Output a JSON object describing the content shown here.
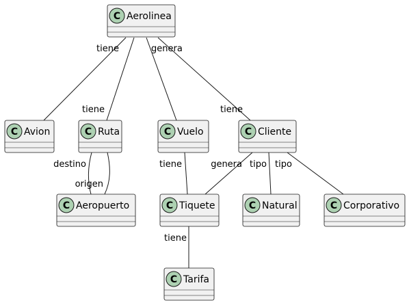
{
  "classes": [
    {
      "id": "aerolinea",
      "name": "Aerolinea",
      "stereotype": "C"
    },
    {
      "id": "avion",
      "name": "Avion",
      "stereotype": "C"
    },
    {
      "id": "ruta",
      "name": "Ruta",
      "stereotype": "C"
    },
    {
      "id": "vuelo",
      "name": "Vuelo",
      "stereotype": "C"
    },
    {
      "id": "cliente",
      "name": "Cliente",
      "stereotype": "C"
    },
    {
      "id": "aeropuerto",
      "name": "Aeropuerto",
      "stereotype": "C"
    },
    {
      "id": "tiquete",
      "name": "Tiquete",
      "stereotype": "C"
    },
    {
      "id": "natural",
      "name": "Natural",
      "stereotype": "C"
    },
    {
      "id": "corporativo",
      "name": "Corporativo",
      "stereotype": "C"
    },
    {
      "id": "tarifa",
      "name": "Tarifa",
      "stereotype": "C"
    }
  ],
  "relations": [
    {
      "from": "aerolinea",
      "to": "avion",
      "label": "tiene"
    },
    {
      "from": "aerolinea",
      "to": "ruta",
      "label": "tiene"
    },
    {
      "from": "aerolinea",
      "to": "vuelo",
      "label": "genera"
    },
    {
      "from": "aerolinea",
      "to": "cliente",
      "label": "tiene"
    },
    {
      "from": "ruta",
      "to": "aeropuerto",
      "label": "destino"
    },
    {
      "from": "ruta",
      "to": "aeropuerto",
      "label": "origen"
    },
    {
      "from": "vuelo",
      "to": "tiquete",
      "label": "tiene"
    },
    {
      "from": "cliente",
      "to": "tiquete",
      "label": "genera"
    },
    {
      "from": "cliente",
      "to": "natural",
      "label": "tipo"
    },
    {
      "from": "cliente",
      "to": "corporativo",
      "label": "tipo"
    },
    {
      "from": "tiquete",
      "to": "tarifa",
      "label": "tiene"
    }
  ],
  "colors": {
    "box_fill": "#f1f1f1",
    "box_stroke": "#181818",
    "circle_fill": "#add1b2",
    "line": "#181818",
    "text": "#000000"
  }
}
